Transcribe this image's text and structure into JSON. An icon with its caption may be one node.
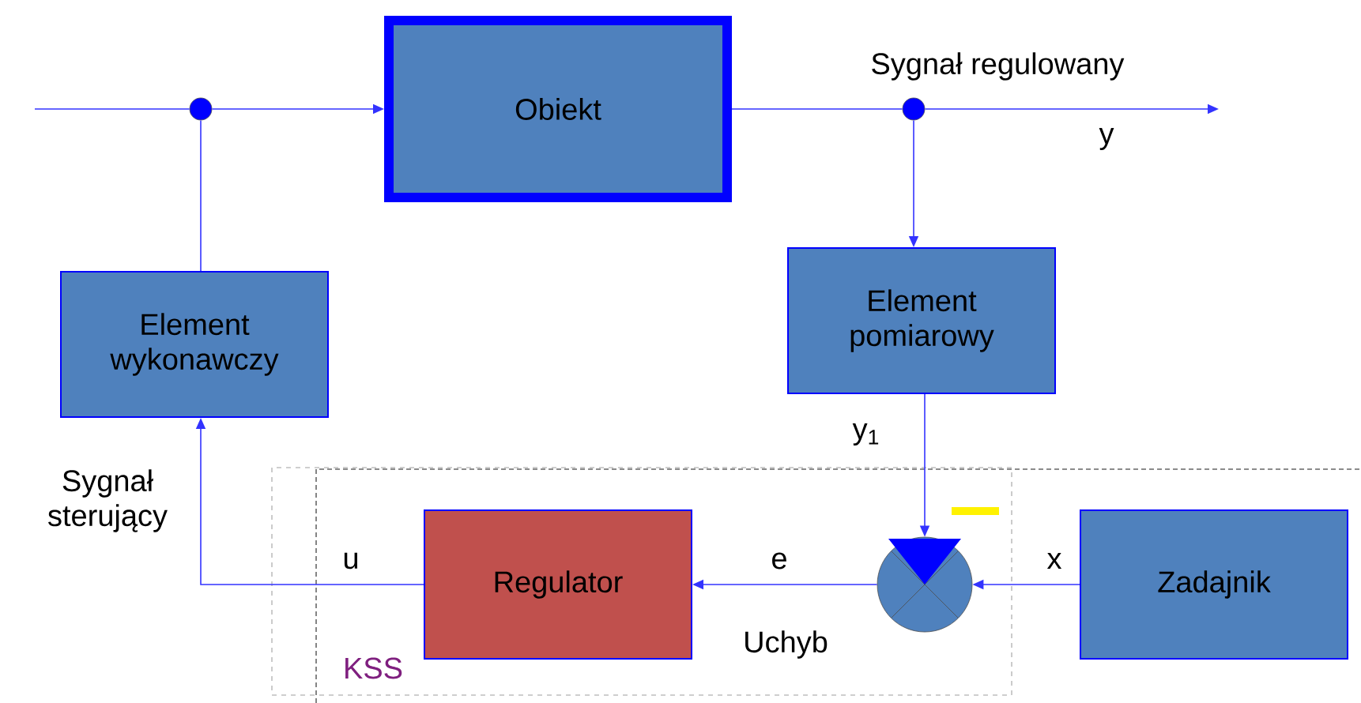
{
  "diagram": {
    "nodes": [
      {
        "text": [
          "Obiekt"
        ]
      },
      {
        "text": [
          "Element wykonawczy"
        ]
      },
      {
        "text": [
          "Element pomiarowy"
        ]
      },
      {
        "text": [
          "Regulator"
        ]
      },
      {
        "text": [
          "Zadajnik"
        ]
      },
      {
        "text": [],
        "shape": "circle"
      },
      {
        "text": [],
        "shape": "circle"
      },
      {
        "text": [],
        "shape": "circle"
      }
    ],
    "edges": [
      {
        "from": null,
        "to": 6,
        "arrow": "none"
      },
      {
        "from": 6,
        "to": 0,
        "arrow": "to"
      },
      {
        "from": 0,
        "to": 7,
        "arrow": "none"
      },
      {
        "from": 7,
        "to": null,
        "arrow": "to"
      },
      {
        "from": 7,
        "to": 2,
        "arrow": "to"
      },
      {
        "from": 1,
        "to": 6,
        "arrow": "none"
      },
      {
        "from": 2,
        "to": 5,
        "arrow": "to",
        "label": "y$_{1}$"
      },
      {
        "from": 4,
        "to": 5,
        "arrow": "to",
        "label": "x"
      },
      {
        "from": 5,
        "to": 3,
        "arrow": "to",
        "label": "e"
      },
      {
        "from": 3,
        "to": 1,
        "arrow": "to",
        "label": "u"
      }
    ],
    "labels": [
      "Sygnał regulowany",
      "y",
      "Sygnał sterujący",
      "Uchyb",
      "KSS"
    ]
  }
}
